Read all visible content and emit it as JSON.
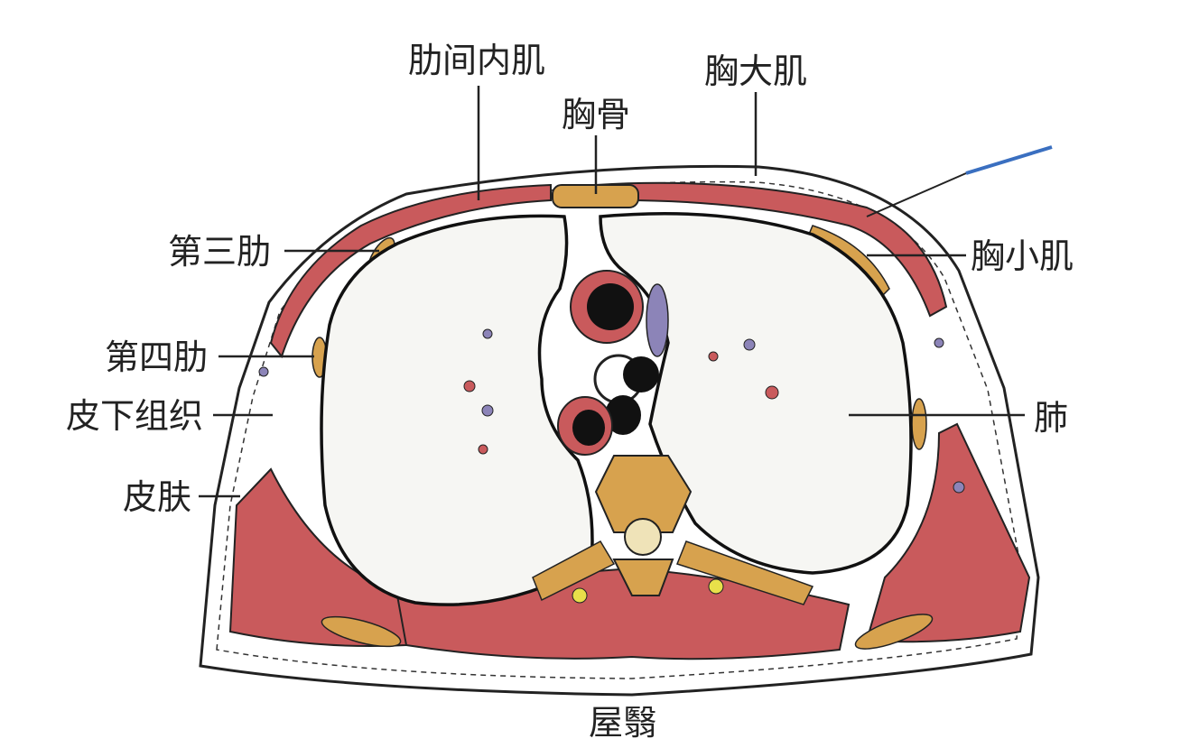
{
  "labels": {
    "intercostal_internal": "肋间内肌",
    "pectoralis_major": "胸大肌",
    "sternum": "胸骨",
    "third_rib": "第三肋",
    "pectoralis_minor": "胸小肌",
    "fourth_rib": "第四肋",
    "subcutaneous": "皮下组织",
    "lung": "肺",
    "skin": "皮肤",
    "acupoint": "屋翳"
  },
  "colors": {
    "muscle": "#c95a5c",
    "bone": "#d7a24e",
    "lung": "#f6f6f3",
    "vessel": "#8c84b8",
    "needle": "#3a6fc0"
  }
}
